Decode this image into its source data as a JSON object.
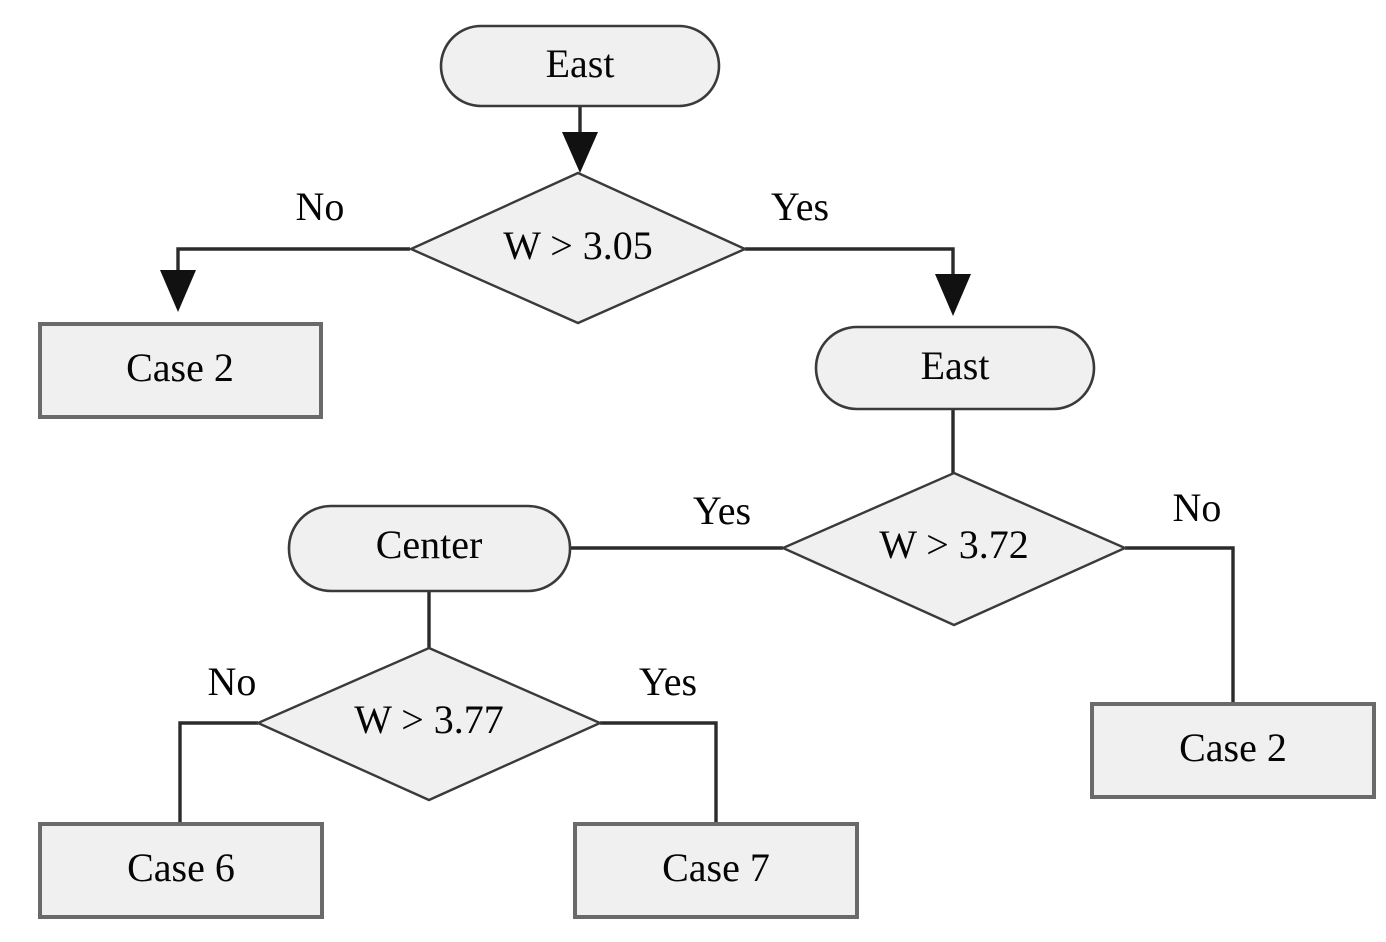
{
  "diagram": {
    "type": "decision-tree-flowchart",
    "background_color": "#ffffff",
    "palette": {
      "node_fill": "#f0f0f0",
      "stadium_border": "#3a3a3a",
      "diamond_border": "#3a3a3a",
      "rect_border": "#6a6a6a",
      "edge_color": "#2b2b2b",
      "text_color": "#050505"
    },
    "nodes": [
      {
        "id": "east_1",
        "shape": "stadium",
        "label": "East"
      },
      {
        "id": "w305",
        "shape": "diamond",
        "label": "W > 3.05"
      },
      {
        "id": "case2_left",
        "shape": "rectangle",
        "label": "Case 2"
      },
      {
        "id": "east_2",
        "shape": "stadium",
        "label": "East"
      },
      {
        "id": "w372",
        "shape": "diamond",
        "label": "W > 3.72"
      },
      {
        "id": "case2_right",
        "shape": "rectangle",
        "label": "Case 2"
      },
      {
        "id": "center",
        "shape": "stadium",
        "label": "Center"
      },
      {
        "id": "w377",
        "shape": "diamond",
        "label": "W > 3.77"
      },
      {
        "id": "case6",
        "shape": "rectangle",
        "label": "Case 6"
      },
      {
        "id": "case7",
        "shape": "rectangle",
        "label": "Case 7"
      }
    ],
    "edges": [
      {
        "from": "east_1",
        "to": "w305",
        "label": ""
      },
      {
        "from": "w305",
        "to": "case2_left",
        "label": "No"
      },
      {
        "from": "w305",
        "to": "east_2",
        "label": "Yes"
      },
      {
        "from": "east_2",
        "to": "w372",
        "label": ""
      },
      {
        "from": "w372",
        "to": "center",
        "label": "Yes"
      },
      {
        "from": "w372",
        "to": "case2_right",
        "label": "No"
      },
      {
        "from": "center",
        "to": "w377",
        "label": ""
      },
      {
        "from": "w377",
        "to": "case6",
        "label": "No"
      },
      {
        "from": "w377",
        "to": "case7",
        "label": "Yes"
      }
    ],
    "labels": {
      "east_1": "East",
      "w305": "W > 3.05",
      "case2_left": "Case 2",
      "east_2": "East",
      "w372": "W > 3.72",
      "case2_right": "Case 2",
      "center": "Center",
      "w377": "W > 3.77",
      "case6": "Case 6",
      "case7": "Case 7",
      "no_1": "No",
      "yes_1": "Yes",
      "yes_2": "Yes",
      "no_2": "No",
      "no_3": "No",
      "yes_3": "Yes"
    }
  }
}
